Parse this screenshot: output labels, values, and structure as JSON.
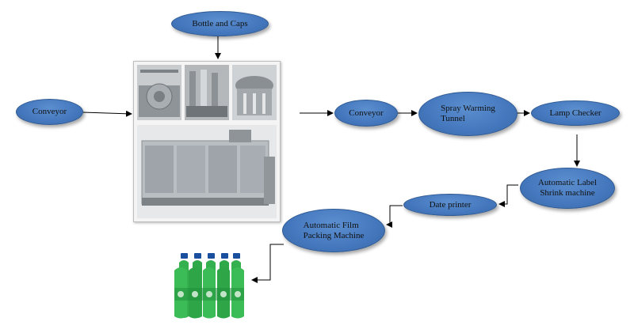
{
  "nodes": {
    "bottle_caps": "Bottle and Caps",
    "conveyor_left": "Conveyor",
    "conveyor_mid": "Conveyor",
    "spray_tunnel": "Spray   Warming\nTunnel",
    "lamp_checker": "Lamp Checker",
    "label_shrink": "Automatic Label\nShrink machine",
    "date_printer": "Date printer",
    "film_packing": "Automatic     Film\nPacking Machine"
  },
  "colors": {
    "node_fill": "#4477bd",
    "node_border": "#2f5a93",
    "arrow": "#000000",
    "bottle_green": "#2fa84a",
    "bottle_cap": "#1a4fa0"
  },
  "icons": {
    "machine_photo": "filling-machine-photo",
    "product": "green-soda-bottles"
  }
}
